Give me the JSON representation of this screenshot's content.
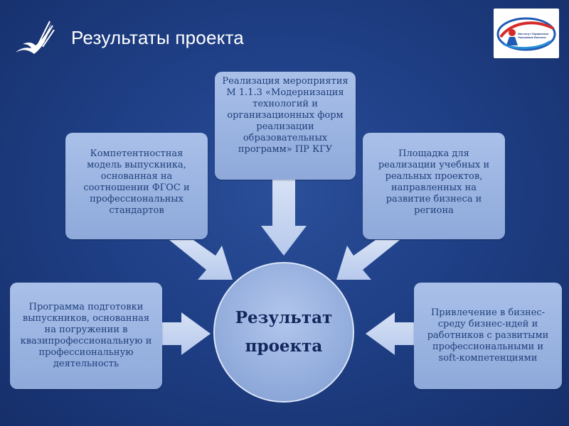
{
  "header": {
    "title": "Результаты проекта"
  },
  "inst_logo": {
    "text": "Институт Управления Экономики Бизнеса"
  },
  "center": {
    "line1": "Результат",
    "line2": "проекта"
  },
  "boxes": {
    "top": "Реализация мероприятия М 1.1.3 «Модернизация технологий и организационных форм реализации образовательных программ» ПР КГУ",
    "left": "Компетентностная модель выпускника, основанная на соотношении ФГОС и профессиональных стандартов",
    "right": "Площадка для реализации учебных и реальных проектов, направленных на развитие бизнеса и региона",
    "bottom_left": "Программа подготовки выпускников, основанная на погружении в квазипрофессиональную и профессиональную деятельность",
    "bottom_right": "Привлечение в бизнес-среду бизнес-идей и работников с развитыми профессиональными и soft-компетенциями"
  },
  "colors": {
    "background": "#1f3f86",
    "box_fill": "#9db5e2",
    "box_text": "#1f3e7a",
    "arrow_fill": "#c7d6f1"
  }
}
